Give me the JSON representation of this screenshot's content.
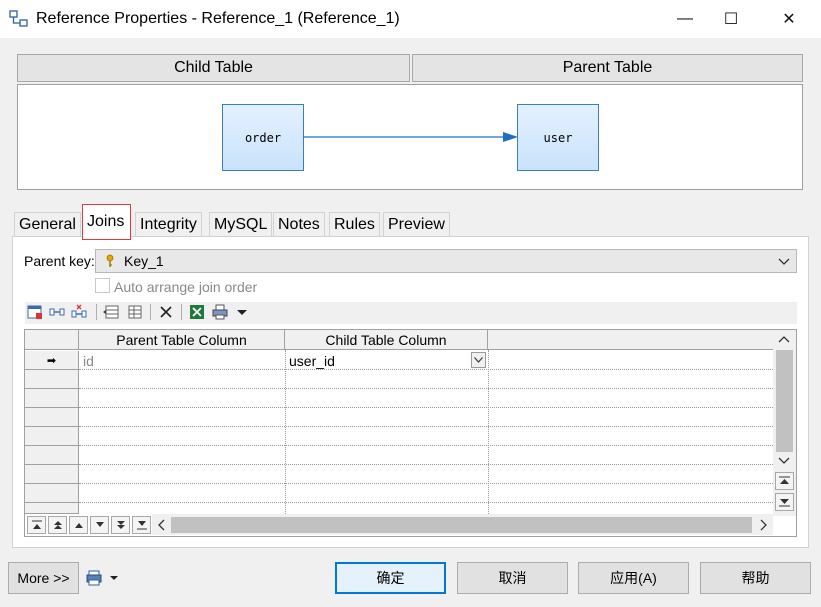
{
  "window": {
    "title": "Reference Properties - Reference_1 (Reference_1)",
    "minimize": "—",
    "maximize": "☐",
    "close": "✕"
  },
  "headers": {
    "child_table": "Child Table",
    "parent_table": "Parent Table"
  },
  "diagram": {
    "child_name": "order",
    "parent_name": "user",
    "link_color": "#1f6fc0"
  },
  "tabs": [
    "General",
    "Joins",
    "Integrity",
    "MySQL",
    "Notes",
    "Rules",
    "Preview"
  ],
  "active_tab": "Joins",
  "parent_key": {
    "label": "Parent key:",
    "value": "Key_1"
  },
  "auto_arrange": {
    "label": "Auto arrange join order",
    "checked": false,
    "enabled": false
  },
  "grid": {
    "columns": [
      "Parent Table Column",
      "Child Table Column"
    ],
    "rows": [
      {
        "marker": "➡",
        "parent": "id",
        "child": "user_id"
      }
    ]
  },
  "footer": {
    "more_label": "More >>",
    "ok_label": "确定",
    "cancel_label": "取消",
    "apply_label": "应用(A)",
    "help_label": "帮助"
  }
}
